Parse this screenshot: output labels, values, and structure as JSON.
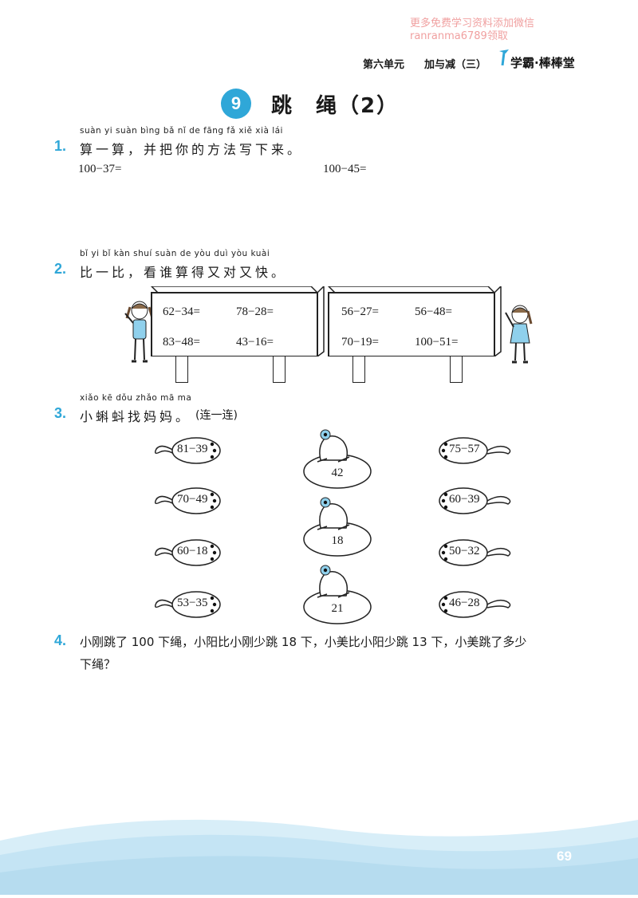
{
  "watermark": {
    "line1": "更多免费学习资料添加微信",
    "line2": "ranranma6789领取"
  },
  "header": {
    "unit": "第六单元",
    "topic": "加与减（三）",
    "brand": "学霸·棒棒堂"
  },
  "lesson": {
    "number": "9",
    "title": "跳　绳（2）"
  },
  "q1": {
    "num": "1.",
    "pinyin": "suàn  yi  suàn    bìng  bǎ   nǐ   de  fāng  fǎ  xiě  xià  lái",
    "text": "算一算，并把你的方法写下来。",
    "expr_left": "100−37=",
    "expr_right": "100−45="
  },
  "q2": {
    "num": "2.",
    "pinyin": "bǐ   yi   bǐ     kàn shuí suàn  de  yòu  duì yòu kuài",
    "text": "比一比，看谁算得又对又快。",
    "left_board": [
      "62−34=",
      "78−28=",
      "83−48=",
      "43−16="
    ],
    "right_board": [
      "56−27=",
      "56−48=",
      "70−19=",
      "100−51="
    ]
  },
  "q3": {
    "num": "3.",
    "pinyin": "xiǎo  kē  dǒu  zhǎo  mā  ma",
    "text": "小蝌蚪找妈妈。",
    "hint": "(连一连)",
    "left_tadpoles": [
      "81−39",
      "70−49",
      "60−18",
      "53−35"
    ],
    "frogs": [
      "42",
      "18",
      "21"
    ],
    "right_tadpoles": [
      "75−57",
      "60−39",
      "50−32",
      "46−28"
    ]
  },
  "q4": {
    "num": "4.",
    "line1": "小刚跳了 100 下绳，小阳比小刚少跳 18 下，小美比小阳少跳 13 下，小美跳了多少",
    "line2": "下绳？"
  },
  "page_number": "69",
  "colors": {
    "accent": "#2fa7d8",
    "wave": "#cfe8f5",
    "watermark": "#f0a0a0"
  }
}
